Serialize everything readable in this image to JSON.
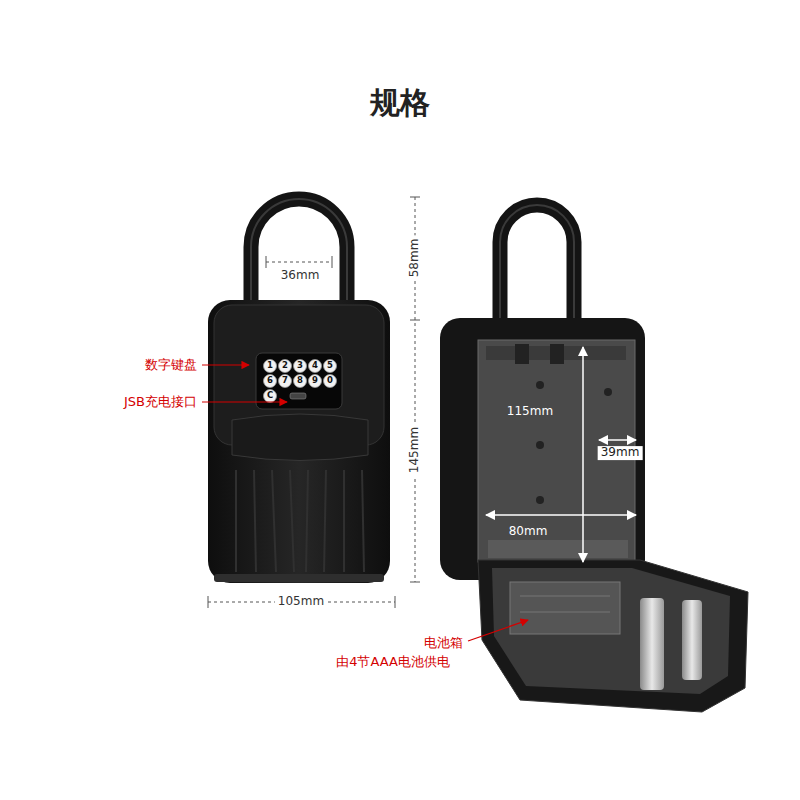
{
  "diagram": {
    "title": "规格",
    "labels": [
      "36mm",
      "58mm",
      "145mm",
      "105mm",
      "数字键盘",
      "JSB充电接口",
      "1",
      "2",
      "3",
      "4",
      "5",
      "6",
      "7",
      "8",
      "9",
      "0",
      "C",
      "115mm",
      "39mm",
      "80mm",
      "电池箱",
      "由4节AAA电池供电"
    ]
  }
}
